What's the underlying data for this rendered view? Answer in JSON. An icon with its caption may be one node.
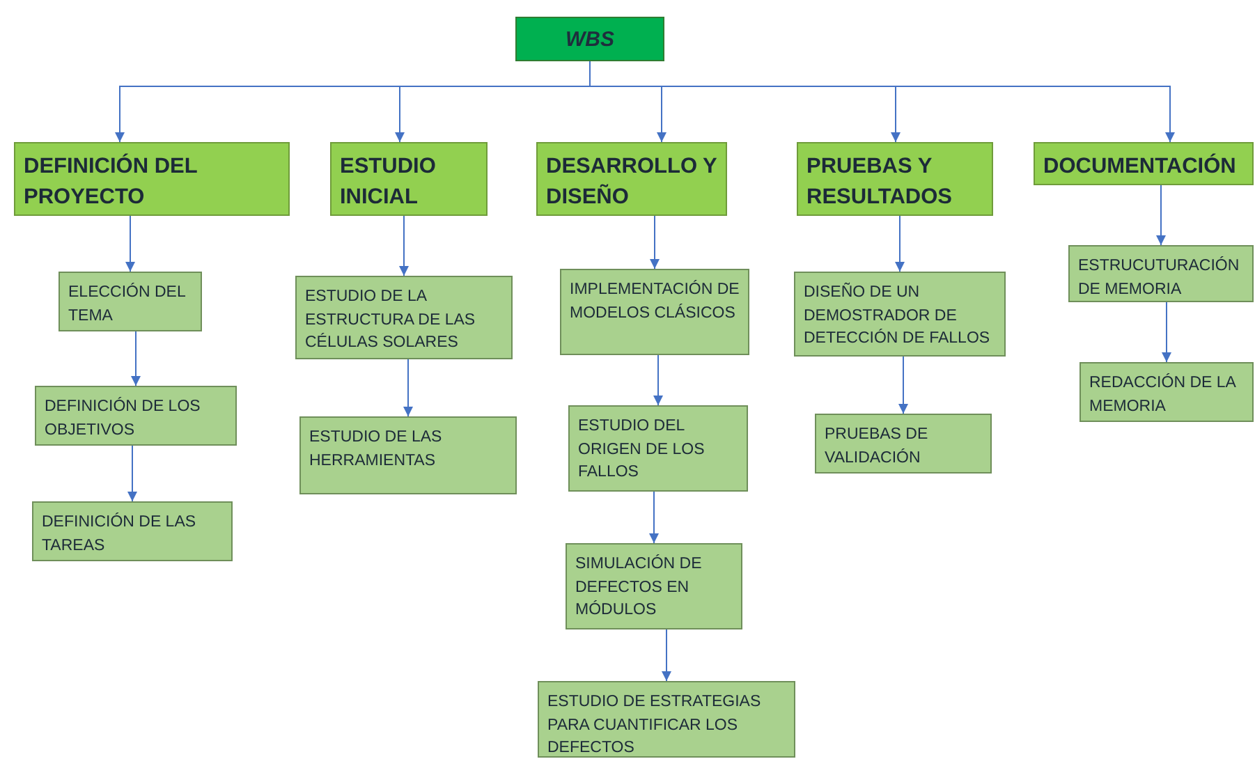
{
  "diagram": {
    "nodes": [
      {
        "text": [
          "WBS"
        ]
      },
      {
        "text": [
          "DEFINICIÓN DEL PROYECTO"
        ]
      },
      {
        "text": [
          "ESTUDIO INICIAL"
        ]
      },
      {
        "text": [
          "DESARROLLO Y DISEÑO"
        ]
      },
      {
        "text": [
          "PRUEBAS Y RESULTADOS"
        ]
      },
      {
        "text": [
          "DOCUMENTACIÓN"
        ]
      },
      {
        "text": [
          "ELECCIÓN DEL TEMA"
        ]
      },
      {
        "text": [
          "DEFINICIÓN DE LOS OBJETIVOS"
        ]
      },
      {
        "text": [
          "DEFINICIÓN DE LAS TAREAS"
        ]
      },
      {
        "text": [
          "ESTUDIO DE LA ESTRUCTURA DE LAS CÉLULAS SOLARES"
        ]
      },
      {
        "text": [
          "ESTUDIO DE LAS HERRAMIENTAS"
        ]
      },
      {
        "text": [
          "IMPLEMENTACIÓN DE MODELOS CLÁSICOS"
        ]
      },
      {
        "text": [
          "ESTUDIO DEL ORIGEN DE LOS FALLOS"
        ]
      },
      {
        "text": [
          "SIMULACIÓN DE DEFECTOS EN MÓDULOS"
        ]
      },
      {
        "text": [
          "ESTUDIO DE ESTRATEGIAS PARA CUANTIFICAR LOS DEFECTOS"
        ]
      },
      {
        "text": [
          "DISEÑO DE UN DEMOSTRADOR DE DETECCIÓN DE FALLOS"
        ]
      },
      {
        "text": [
          "PRUEBAS DE VALIDACIÓN"
        ]
      },
      {
        "text": [
          "ESTRUCUTURACIÓN DE MEMORIA"
        ]
      },
      {
        "text": [
          "REDACCIÓN DE LA MEMORIA"
        ]
      }
    ],
    "edges": [
      {
        "from": 0,
        "to": 1,
        "arrow": "to"
      },
      {
        "from": 0,
        "to": 2,
        "arrow": "to"
      },
      {
        "from": 0,
        "to": 3,
        "arrow": "to"
      },
      {
        "from": 0,
        "to": 4,
        "arrow": "to"
      },
      {
        "from": 0,
        "to": 5,
        "arrow": "to"
      },
      {
        "from": 1,
        "to": 6,
        "arrow": "to"
      },
      {
        "from": 6,
        "to": 7,
        "arrow": "to"
      },
      {
        "from": 7,
        "to": 8,
        "arrow": "to"
      },
      {
        "from": 2,
        "to": 9,
        "arrow": "to"
      },
      {
        "from": 9,
        "to": 10,
        "arrow": "to"
      },
      {
        "from": 3,
        "to": 11,
        "arrow": "to"
      },
      {
        "from": 11,
        "to": 12,
        "arrow": "to"
      },
      {
        "from": 12,
        "to": 13,
        "arrow": "to"
      },
      {
        "from": 13,
        "to": 14,
        "arrow": "to"
      },
      {
        "from": 4,
        "to": 15,
        "arrow": "to"
      },
      {
        "from": 15,
        "to": 16,
        "arrow": "to"
      },
      {
        "from": 5,
        "to": 17,
        "arrow": "to"
      },
      {
        "from": 17,
        "to": 18,
        "arrow": "to"
      }
    ]
  }
}
